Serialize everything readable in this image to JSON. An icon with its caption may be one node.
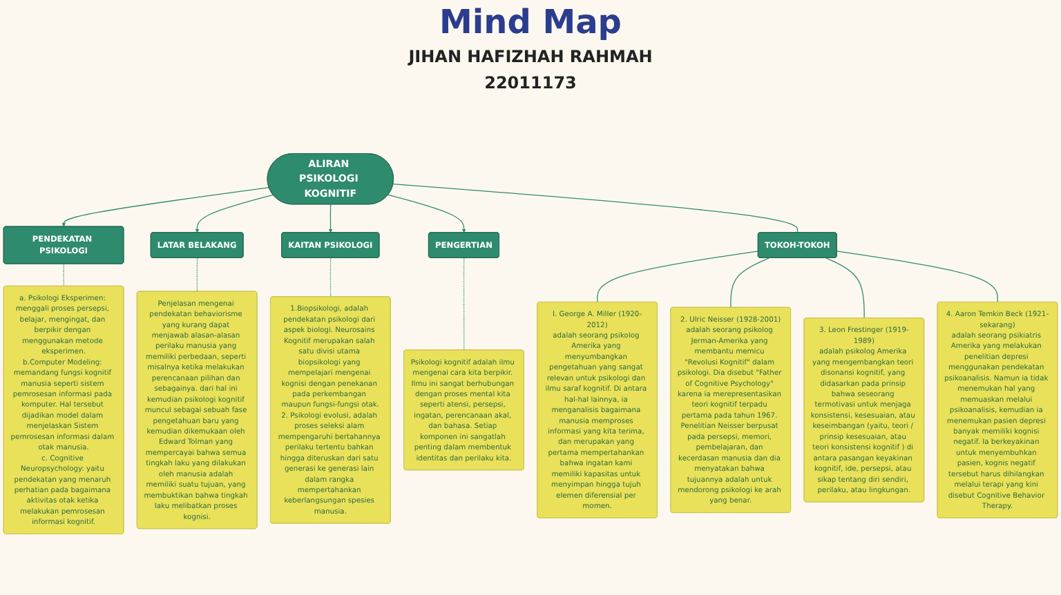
{
  "diagram": {
    "title": "Mind Map",
    "nodes": [
      {
        "text": [
          "ALIRAN PSIKOLOGI KOGNITIF"
        ]
      },
      {
        "text": [
          "PENDEKATAN PSIKOLOGI"
        ]
      },
      {
        "text": [
          "LATAR BELAKANG"
        ]
      },
      {
        "text": [
          "KAITAN PSIKOLOGI"
        ]
      },
      {
        "text": [
          "PENGERTIAN"
        ]
      },
      {
        "text": [
          "TOKOH-TOKOH"
        ]
      },
      {
        "text": [
          "a. Psikologi Eksperimen: menggali proses persepsi, belajar, mengingat, dan berpikir dengan menggunakan metode eksperimen.",
          "b.Computer Modeling: memandang fungsi kognitif manusia seperti sistem pemrosesan informasi pada komputer. Hal tersebut dijadikan model dalam menjelaskan Sistem pemrosesan informasi dalam otak manusia.",
          "c. Cognitive Neuropsychology: yaitu pendekatan yang menaruh perhatian pada bagaimana aktivitas otak ketika melakukan pemrosesan informasi kognitif."
        ]
      },
      {
        "text": [
          "Penjelasan mengenai pendekatan behaviorisme yang kurang dapat menjawab alasan-alasan perilaku manusia yang memiliki perbedaan, seperti misalnya ketika melakukan perencanaan pilihan dan sebagainya. dari hal ini kemudian psikologi kognitif muncul sebagai sebuah fase pengetahuan baru yang kemudian dikemukaan oleh Edward Tolman yang mempercayai bahwa semua tingkah laku yang dilakukan oleh manusia adalah memiliki suatu tujuan, yang membuktikan bahwa tingkah laku melibatkan proses kognisi."
        ]
      },
      {
        "text": [
          "1.Biopsikologi, adalah pendekatan psikologi dari aspek biologi. Neurosains Kognitif merupakan salah satu divisi utama biopsikologi yang mempelajari mengenai kognisi dengan penekanan pada perkembangan maupun fungsi-fungsi otak.",
          "2. Psikologi evolusi, adalah proses seleksi alam mempengaruhi bertahannya perilaku tertentu bahkan hingga diteruskan dari satu generasi ke generasi lain dalam rangka mempertahankan keberlangsungan spesies manusia."
        ]
      },
      {
        "text": [
          "Psikologi kognitif adalah ilmu mengenai cara kita berpikir. Ilmu ini sangat berhubungan dengan proses mental kita seperti atensi, persepsi, ingatan, perencanaan akal, dan bahasa. Setiap komponen ini sangatlah penting dalam membentuk identitas dan perilaku kita."
        ]
      },
      {
        "text": [
          "I. George A. Miller (1920-2012)",
          "adalah seorang psikolog Amerika yang menyumbangkan pengetahuan yang sangat relevan untuk psikologi dan ilmu saraf kognitif. Di antara hal-hal lainnya, ia menganalisis bagaimana manusia memproses informasi yang kita terima, dan merupakan yang pertama mempertahankan bahwa ingatan kami memiliki kapasitas untuk menyimpan hingga tujuh elemen diferensial per momen."
        ]
      },
      {
        "text": [
          "2. Ulric Neisser (1928-2001)",
          "adalah seorang psikolog Jerman-Amerika yang membantu memicu \"Revolusi Kognitif\" dalam psikologi. Dia disebut \"Father of Cognitive Psychology\" karena ia merepresentasikan teori kognitif terpadu pertama pada tahun 1967. Penelitian Neisser berpusat pada persepsi, memori, pembelajaran, dan kecerdasan manusia dan dia menyatakan bahwa tujuannya adalah untuk mendorong psikologi ke arah yang benar."
        ]
      },
      {
        "text": [
          "3. Leon Frestinger (1919-1989)",
          "adalah psikolog Amerika yang mengembangkan teori disonansi kognitif, yang didasarkan pada prinsip bahwa seseorang termotivasi untuk menjaga konsistensi, kesesuaian, atau keseimbangan (yaitu, teori / prinsip kesesuaian, atau teori konsistensi kognitif ) di antara pasangan keyakinan kognitif, ide, persepsi, atau sikap tentang diri sendiri, perilaku, atau lingkungan."
        ]
      },
      {
        "text": [
          "4. Aaron Temkin Beck (1921-sekarang)",
          "adalah seorang psikiatris Amerika yang melakukan penelitian depresi menggunakan pendekatan psikoanalisis. Namun ia tidak menemukan hal yang memuaskan melalui psikoanalisis, kemudian ia menemukan pasien depresi banyak memiliki kognisi negatif. Ia berkeyakinan untuk menyembuhkan pasien, kognis negatif tersebut harus dihilangkan melalui terapi yang kini disebut Cognitive Behavior Therapy."
        ]
      }
    ],
    "edges": [
      {
        "from": 0,
        "to": 1,
        "arrow": "to"
      },
      {
        "from": 0,
        "to": 2,
        "arrow": "to"
      },
      {
        "from": 0,
        "to": 3,
        "arrow": "to"
      },
      {
        "from": 0,
        "to": 4,
        "arrow": "to"
      },
      {
        "from": 0,
        "to": 5,
        "arrow": "none"
      },
      {
        "from": 1,
        "to": 6,
        "arrow": "none",
        "style": "dashed"
      },
      {
        "from": 2,
        "to": 7,
        "arrow": "none",
        "style": "dashed"
      },
      {
        "from": 3,
        "to": 8,
        "arrow": "none",
        "style": "dashed"
      },
      {
        "from": 4,
        "to": 9,
        "arrow": "none",
        "style": "dashed"
      },
      {
        "from": 5,
        "to": 10,
        "arrow": "none"
      },
      {
        "from": 5,
        "to": 11,
        "arrow": "none"
      },
      {
        "from": 5,
        "to": 12,
        "arrow": "none"
      },
      {
        "from": 5,
        "to": 13,
        "arrow": "none"
      }
    ],
    "labels": [
      "JIHAN HAFIZHAH RAHMAH",
      "22011173"
    ]
  }
}
